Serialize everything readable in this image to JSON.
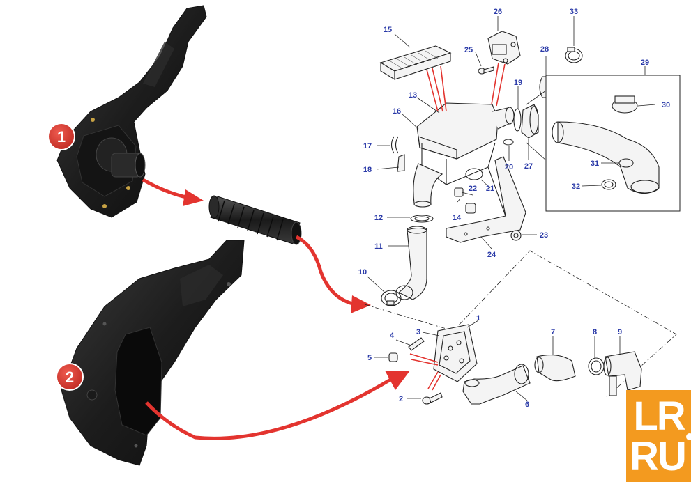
{
  "badges": [
    {
      "id": "badge-1",
      "text": "1"
    },
    {
      "id": "badge-2",
      "text": "2"
    }
  ],
  "callouts": [
    "1",
    "2",
    "3",
    "4",
    "5",
    "6",
    "7",
    "8",
    "9",
    "10",
    "11",
    "12",
    "13",
    "14",
    "15",
    "16",
    "17",
    "18",
    "19",
    "20",
    "21",
    "22",
    "23",
    "24",
    "25",
    "26",
    "27",
    "28",
    "29",
    "30",
    "31",
    "32",
    "33"
  ],
  "logo": {
    "line1": "LR",
    "line2": "RU",
    "color": "#f39a1f"
  },
  "colors": {
    "label": "#2a3aa8",
    "arrow": "#e3342f",
    "badge": "#d9392f"
  }
}
